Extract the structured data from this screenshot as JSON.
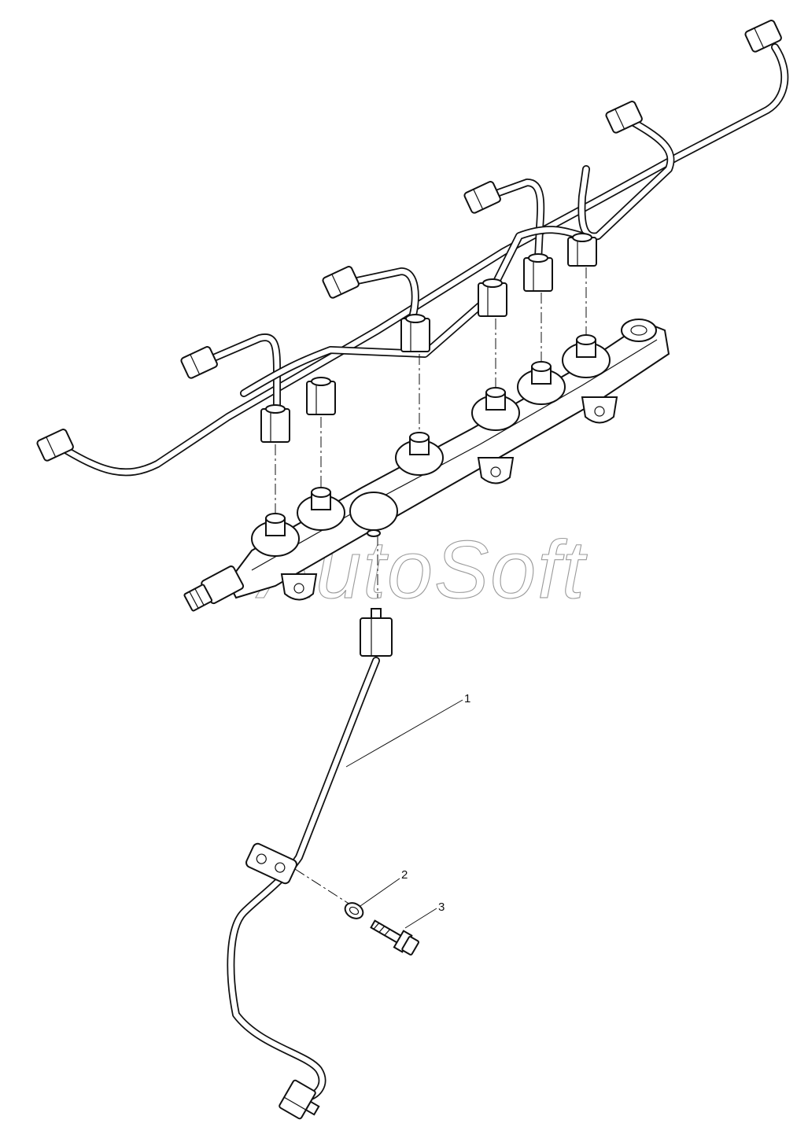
{
  "watermark": {
    "text": "AutoSoft"
  },
  "callouts": [
    {
      "number": "1"
    },
    {
      "number": "2"
    },
    {
      "number": "3"
    }
  ]
}
